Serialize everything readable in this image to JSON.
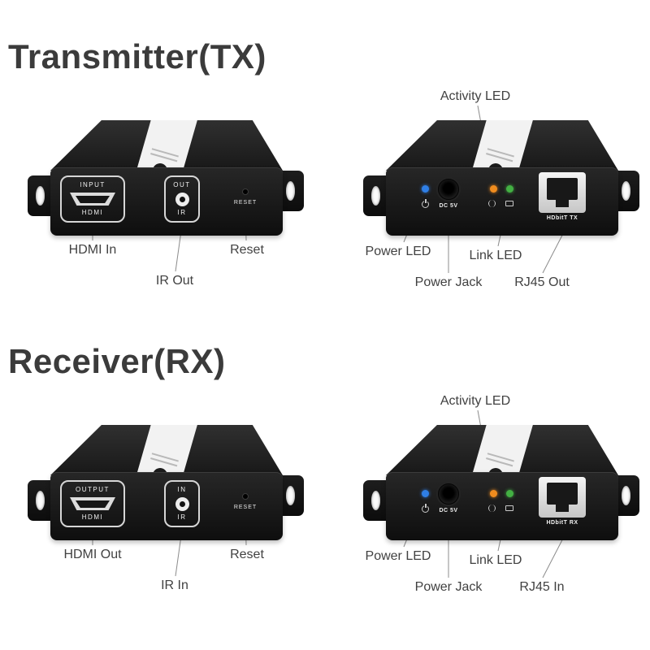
{
  "background": "#ffffff",
  "line_color": "#8c8c8c",
  "led_colors": {
    "power": "#2f7fe6",
    "activity": "#f08c1e",
    "link": "#43b043"
  },
  "sections": [
    {
      "id": "tx",
      "heading": "Transmitter(TX)",
      "front_device": {
        "hdmi_top": "INPUT",
        "hdmi_bottom": "HDMI",
        "ir_top": "OUT",
        "ir_bottom": "IR",
        "reset": "RESET"
      },
      "back_device": {
        "dc_label": "DC 5V",
        "rj45_label": "HDbitT TX"
      },
      "callouts": {
        "hdmi": "HDMI In",
        "ir": "IR Out",
        "reset": "Reset",
        "activity": "Activity LED",
        "power_led": "Power LED",
        "link_led": "Link LED",
        "power_jack": "Power Jack",
        "rj45": "RJ45 Out"
      }
    },
    {
      "id": "rx",
      "heading": "Receiver(RX)",
      "front_device": {
        "hdmi_top": "OUTPUT",
        "hdmi_bottom": "HDMI",
        "ir_top": "IN",
        "ir_bottom": "IR",
        "reset": "RESET"
      },
      "back_device": {
        "dc_label": "DC 5V",
        "rj45_label": "HDbitT RX"
      },
      "callouts": {
        "hdmi": "HDMI Out",
        "ir": "IR In",
        "reset": "Reset",
        "activity": "Activity LED",
        "power_led": "Power LED",
        "link_led": "Link LED",
        "power_jack": "Power Jack",
        "rj45": "RJ45 In"
      }
    }
  ]
}
